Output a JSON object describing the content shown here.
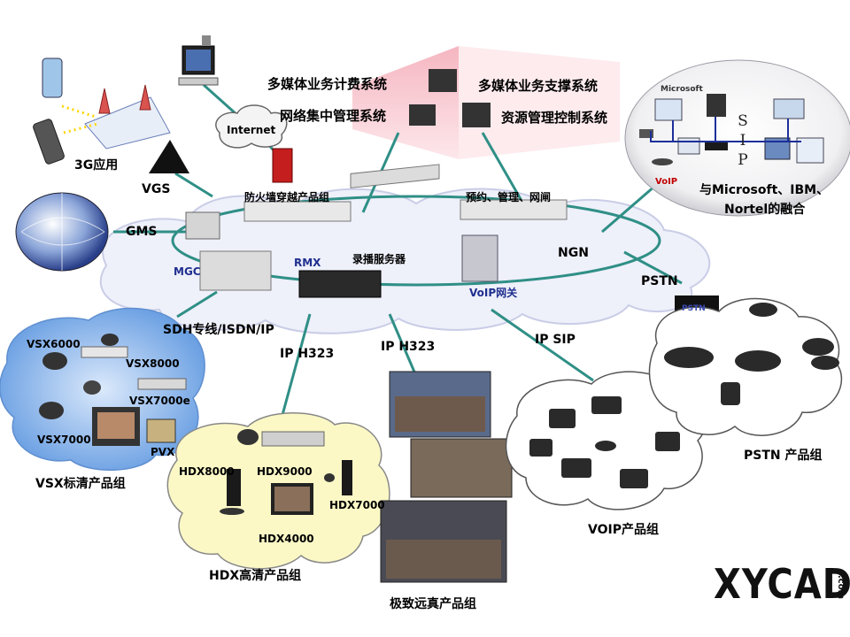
{
  "labels": {
    "billing": "多媒体业务计费系统",
    "support": "多媒体业务支撑系统",
    "netmgmt": "网络集中管理系统",
    "resource": "资源管理控制系统",
    "internet": "Internet",
    "app3g": "3G应用",
    "vgs": "VGS",
    "gms": "GMS",
    "mgc": "MGC",
    "firewall": "防火墙穿越产品组",
    "booking": "预约、管理、网闸",
    "recorder": "录播服务器",
    "rmx": "RMX",
    "ngn": "NGN",
    "voip_gw": "VoIP网关",
    "sdh": "SDH专线/ISDN/IP",
    "pstn": "PSTN",
    "ms_fusion_1": "与Microsoft、IBM、",
    "ms_fusion_2": "Nortel的融合",
    "ms_logo": "Microsoft",
    "voip_tag": "VoIP",
    "sip_letters": "S I P",
    "ip_h323_left": "IP H323",
    "ip_h323_mid": "IP H323",
    "ip_sip": "IP SIP",
    "pstn_box": "PSTN",
    "vsx6000": "VSX6000",
    "vsx8000": "VSX8000",
    "vsx7000e": "VSX7000e",
    "vsx7000": "VSX7000",
    "pvx": "PVX",
    "vsx_group": "VSX标清产品组",
    "hdx8000": "HDX8000",
    "hdx9000": "HDX9000",
    "hdx7000": "HDX7000",
    "hdx4000": "HDX4000",
    "hdx_group": "HDX高清产品组",
    "telepresence_group": "极致远真产品组",
    "voip_group": "VOIP产品组",
    "pstn_group": "PSTN 产品组",
    "brand": "XYCAD",
    "brand_com": ".com"
  },
  "colors": {
    "cloud_fill": "#eef0fa",
    "cloud_stroke": "#c9cde6",
    "link_green": "#2f8f86",
    "vsx_cloud": "#6fa6e8",
    "hdx_cloud": "#fbf8c6",
    "pink_banner": "#f7c8cf",
    "brand_red": "#c00000"
  }
}
